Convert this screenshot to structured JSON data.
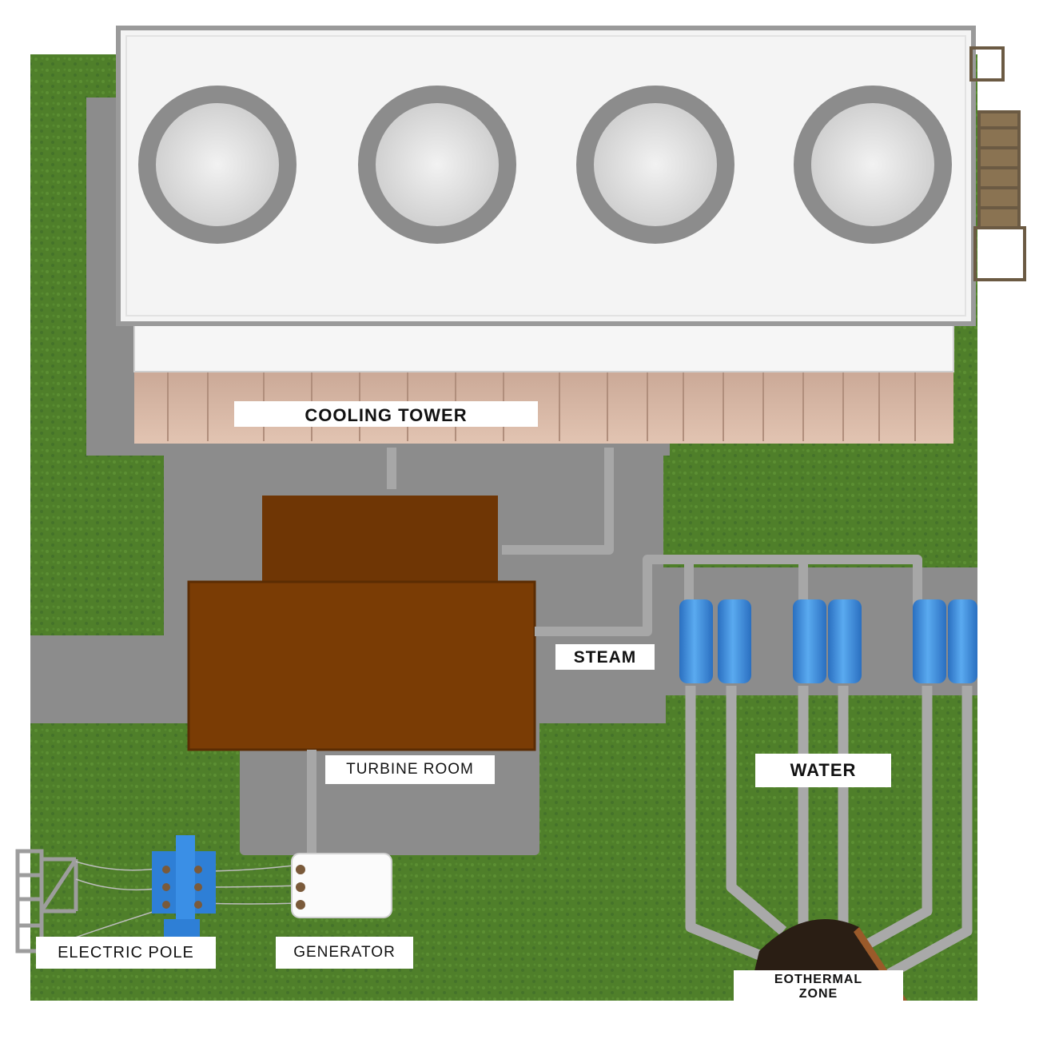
{
  "labels": {
    "cooling_tower": "COOLING TOWER",
    "steam": "STEAM",
    "turbine_room": "TURBINE ROOM",
    "water": "WATER",
    "electric_pole": "ELECTRIC POLE",
    "generator": "GENERATOR",
    "geothermal_zone_line1": "EOTHERMAL",
    "geothermal_zone_line2": "ZONE"
  },
  "colors": {
    "grass": "#4f7f2a",
    "pavement": "#8c8c8c",
    "tower_roof": "#f4f4f4",
    "tower_wall": "#d9b8a6",
    "turbine_room": "#7a3c05",
    "steam_pipe": "#a7a7a7",
    "steam_tank": "#3c8fe0",
    "transformer": "#2e7fd6",
    "generator": "#fbfbfb"
  }
}
